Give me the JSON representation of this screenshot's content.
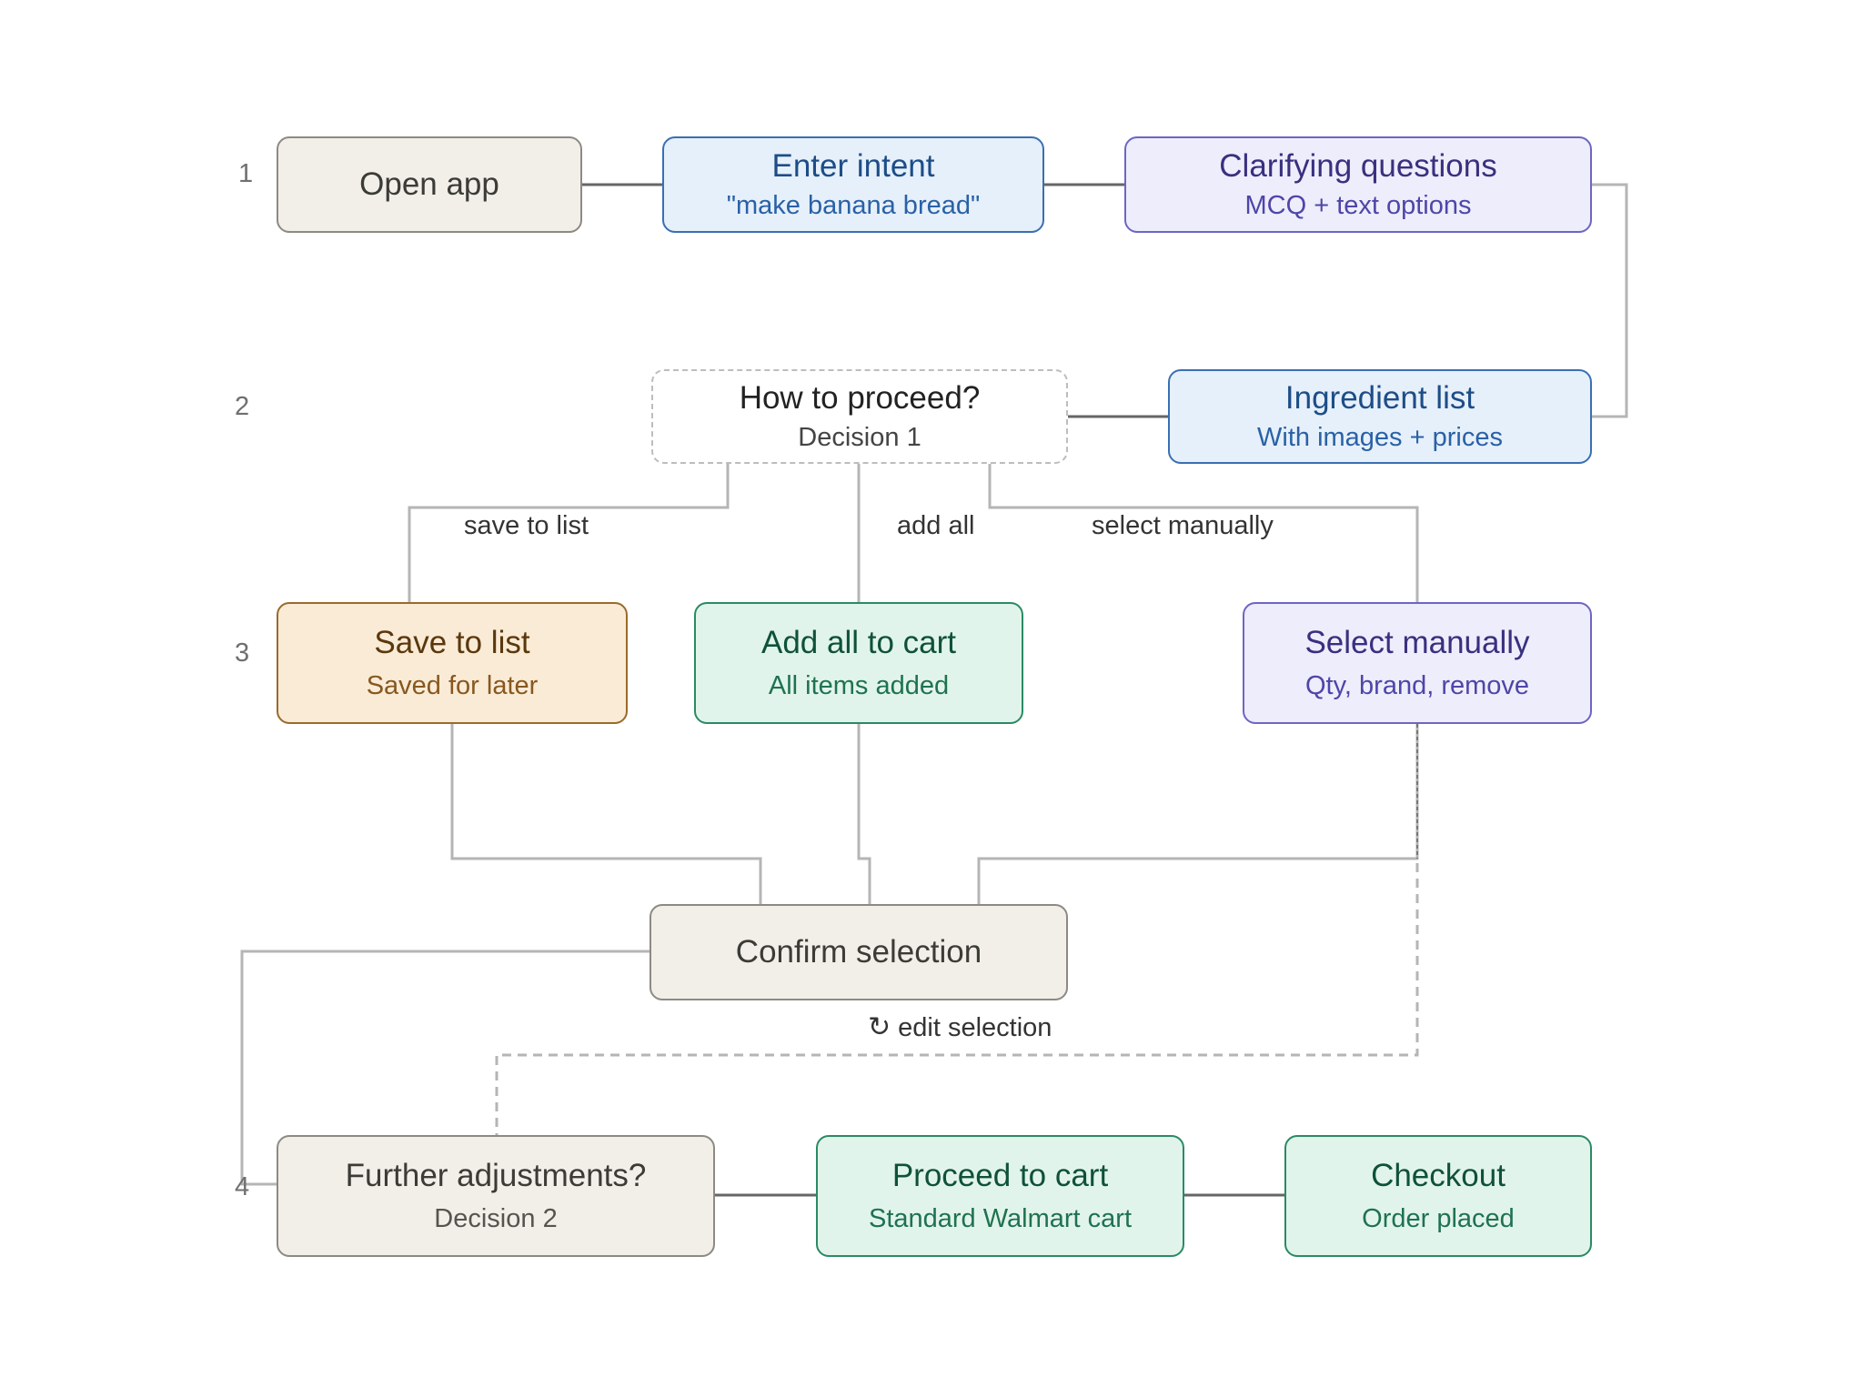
{
  "rows": [
    "1",
    "2",
    "3",
    "4"
  ],
  "nodes": {
    "open_app": {
      "title": "Open app"
    },
    "enter_intent": {
      "title": "Enter intent",
      "subtitle": "\"make banana bread\""
    },
    "clarifying": {
      "title": "Clarifying questions",
      "subtitle": "MCQ + text options"
    },
    "ingredient_list": {
      "title": "Ingredient list",
      "subtitle": "With images + prices"
    },
    "decision1": {
      "title": "How to proceed?",
      "subtitle": "Decision 1"
    },
    "save_list": {
      "title": "Save to list",
      "subtitle": "Saved for later"
    },
    "add_all": {
      "title": "Add all to cart",
      "subtitle": "All items added"
    },
    "select_manually": {
      "title": "Select manually",
      "subtitle": "Qty, brand, remove"
    },
    "confirm": {
      "title": "Confirm selection"
    },
    "decision2": {
      "title": "Further adjustments?",
      "subtitle": "Decision 2"
    },
    "proceed_cart": {
      "title": "Proceed to cart",
      "subtitle": "Standard Walmart cart"
    },
    "checkout": {
      "title": "Checkout",
      "subtitle": "Order placed"
    }
  },
  "edge_labels": {
    "save_to_list": "save to list",
    "add_all": "add all",
    "select_manually": "select manually",
    "edit_selection": "edit selection"
  },
  "icons": {
    "loop": "refresh-icon"
  },
  "colors": {
    "neutral": "#f1efe8",
    "blue": "#e6f0fa",
    "purple": "#eeedfb",
    "orange": "#faebd6",
    "green": "#e1f4ec",
    "connector": "#b5b5b5",
    "connector_dark": "#666666"
  }
}
